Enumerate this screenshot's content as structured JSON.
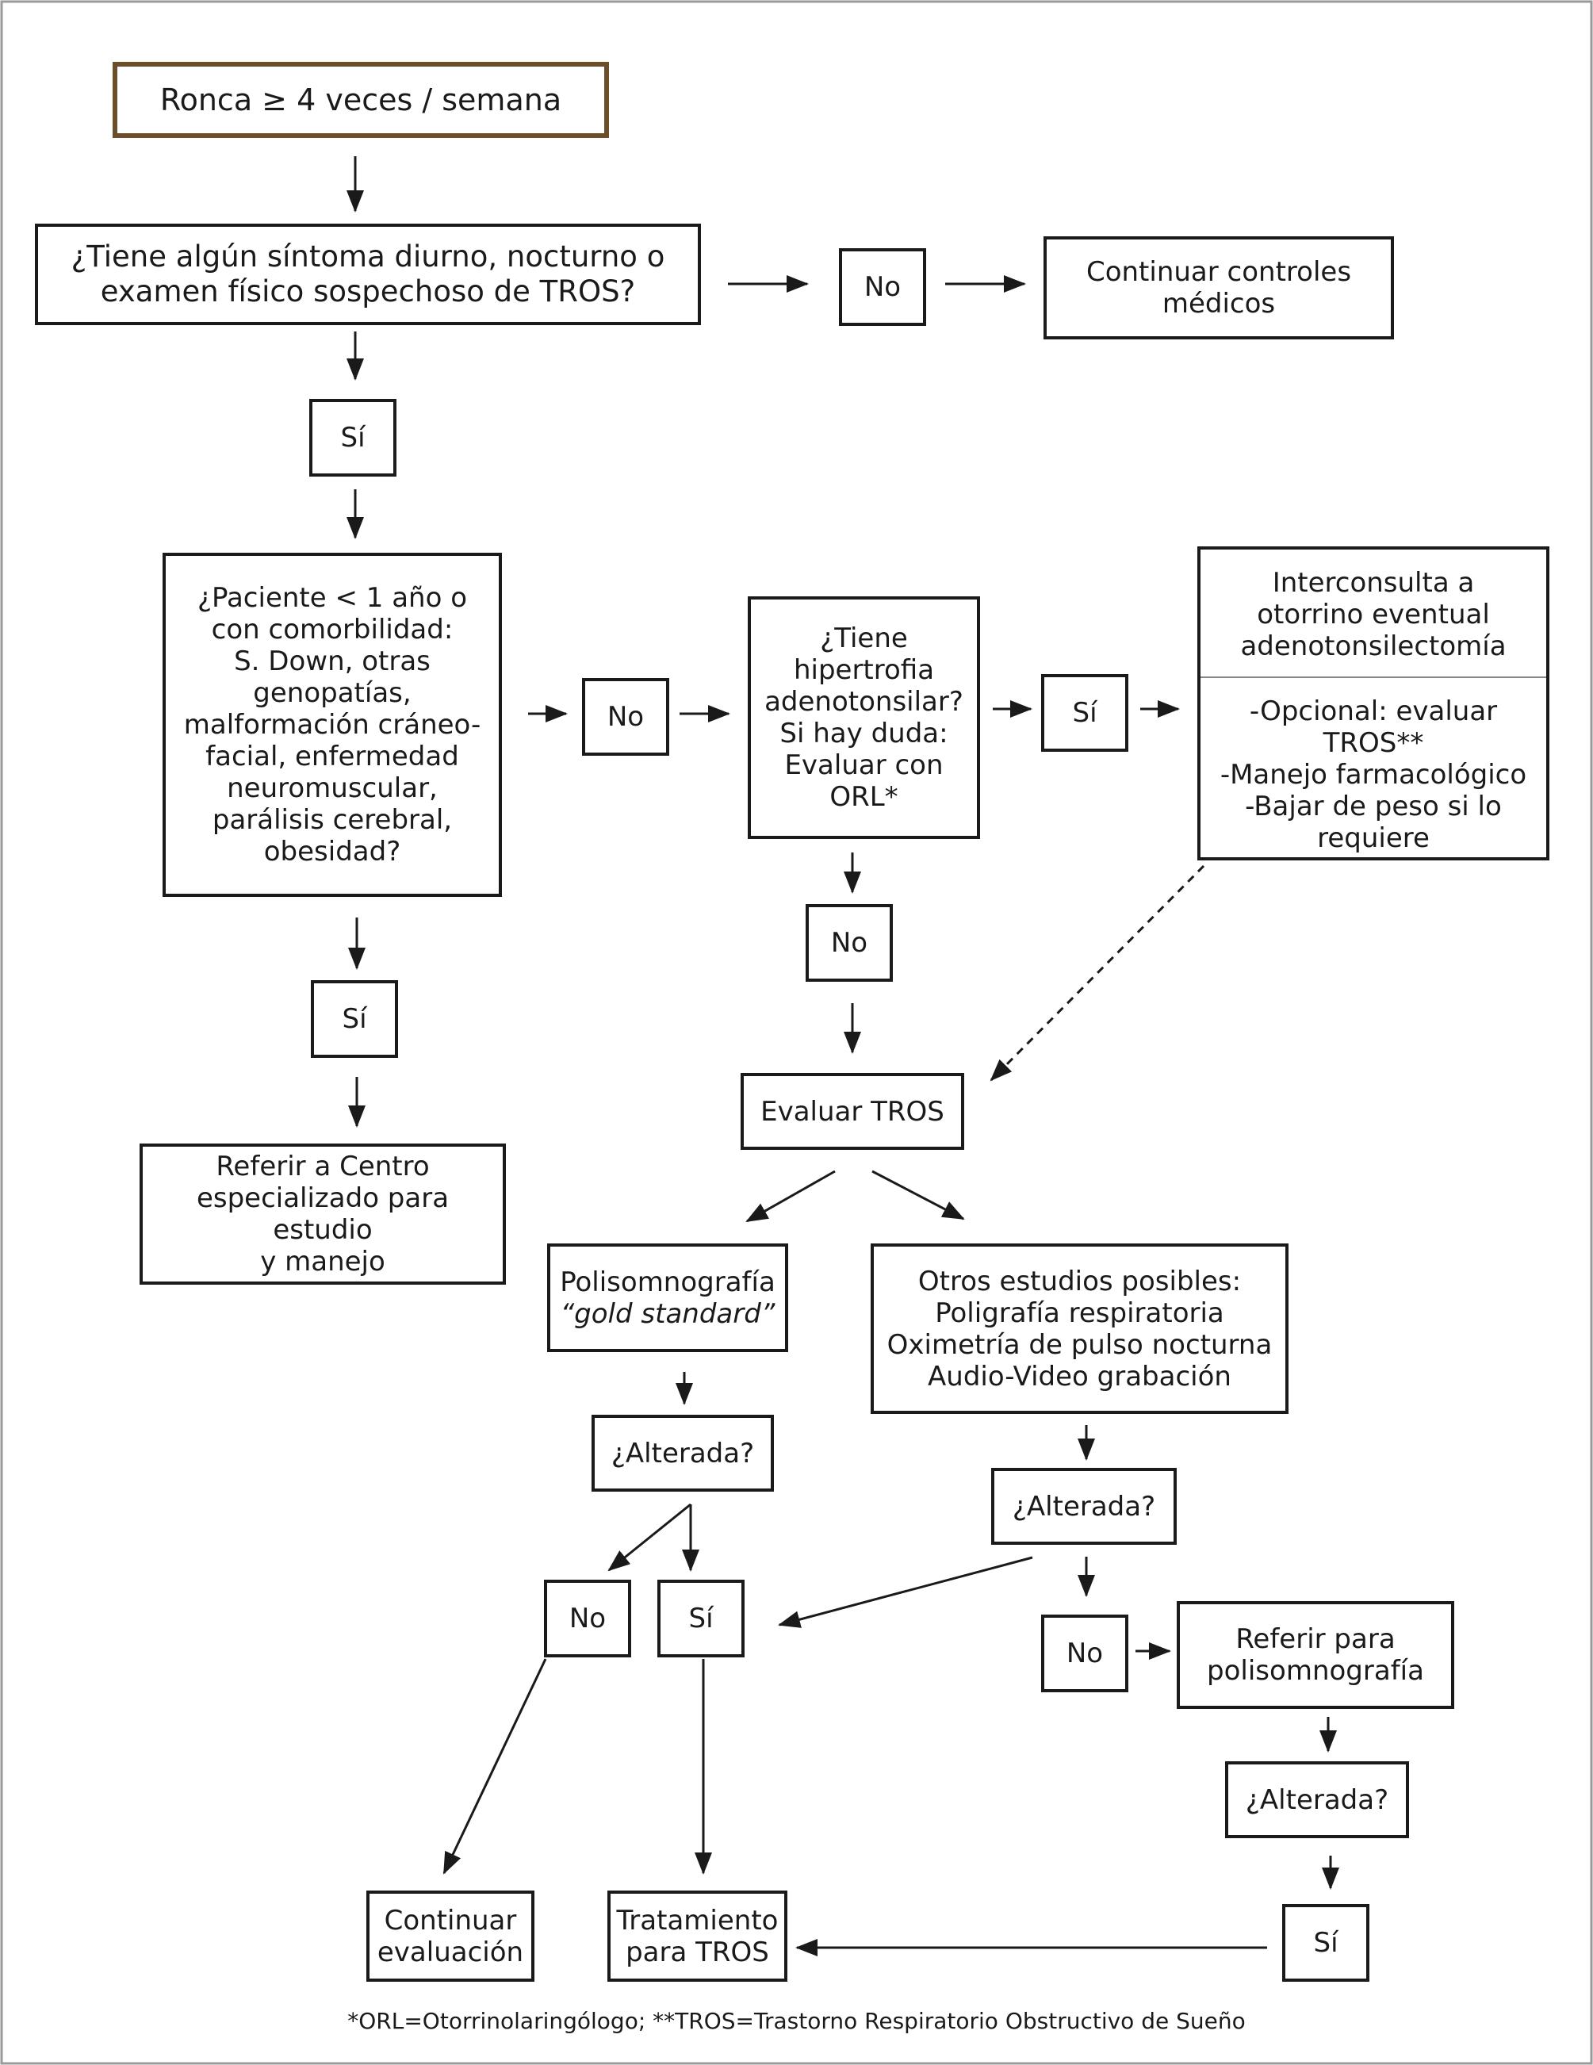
{
  "nodes": {
    "start": "Ronca ≥ 4 veces / semana",
    "q_symptoms": "¿Tiene algún síntoma diurno, nocturno o\nexamen físico sospechoso de TROS?",
    "no_1": "No",
    "continue_controls": "Continuar controles\nmédicos",
    "si_1": "Sí",
    "q_patient": "¿Paciente  < 1 año o\ncon comorbilidad:\nS. Down, otras\ngenopatías,\nmalformación cráneo-\nfacial, enfermedad\nneuromuscular,\nparálisis cerebral,\nobesidad?",
    "no_2": "No",
    "q_hypertrophy": "¿Tiene\nhipertrofia\nadenotonsilar?\nSi hay duda:\nEvaluar con\nORL*",
    "si_2": "Sí",
    "interconsulta_top": "Interconsulta a\notorrino eventual\nadenotonsilectomía",
    "interconsulta_bottom": "-Opcional: evaluar TROS**\n-Manejo farmacológico\n-Bajar de peso si lo\nrequiere",
    "si_3": "Sí",
    "refer_center": "Referir a Centro\nespecializado para estudio\ny manejo",
    "no_3": "No",
    "evaluate_tros": "Evaluar TROS",
    "polysomnography_line1": "Polisomnografía",
    "polysomnography_line2": "“gold standard”",
    "other_studies": "Otros estudios posibles:\nPoligrafía respiratoria\nOximetría de pulso nocturna\nAudio-Video grabación",
    "altered_1": "¿Alterada?",
    "altered_2": "¿Alterada?",
    "no_4": "No",
    "si_4": "Sí",
    "no_5": "No",
    "refer_psg": "Referir para\npolisomnografía",
    "altered_3": "¿Alterada?",
    "si_5": "Sí",
    "continue_eval": "Continuar\nevaluación",
    "treatment": "Tratamiento\npara TROS"
  },
  "footnote": "*ORL=Otorrinolaringólogo;  **TROS=Trastorno Respiratorio Obstructivo de Sueño",
  "colors": {
    "line": "#1a1a1a",
    "start_border": "#6b4e2a",
    "frame": "#9a9a9a"
  }
}
